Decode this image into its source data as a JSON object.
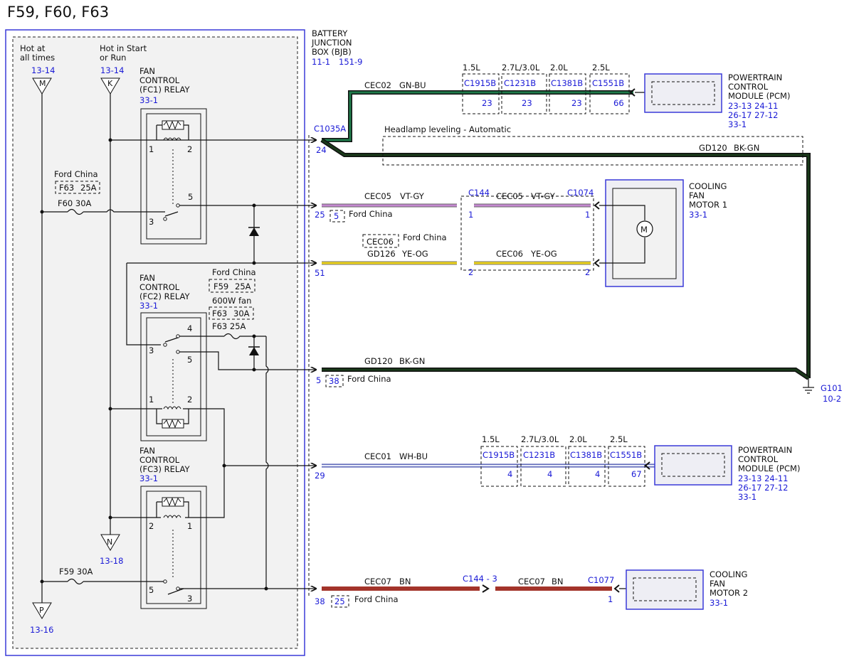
{
  "title": "F59, F60, F63",
  "bjb": {
    "name_lines": [
      "BATTERY",
      "JUNCTION",
      "BOX (BJB)"
    ],
    "refs": [
      "11-1",
      "151-9"
    ],
    "feeds": [
      {
        "lines": [
          "Hot at",
          "all times"
        ],
        "ref": "13-14",
        "letter": "M"
      },
      {
        "lines": [
          "Hot in Start",
          "or Run"
        ],
        "ref": "13-14",
        "letter": "K"
      }
    ],
    "grounds": [
      {
        "letter": "N",
        "ref": "13-18"
      },
      {
        "letter": "P",
        "ref": "13-16"
      }
    ],
    "relays": [
      {
        "lines": [
          "FAN",
          "CONTROL",
          "(FC1) RELAY"
        ],
        "ref": "33-1",
        "pins": [
          "1",
          "2",
          "5",
          "3"
        ]
      },
      {
        "lines": [
          "FAN",
          "CONTROL",
          "(FC2) RELAY"
        ],
        "ref": "33-1",
        "pins": [
          "4",
          "3",
          "5",
          "1",
          "2"
        ]
      },
      {
        "lines": [
          "FAN",
          "CONTROL",
          "(FC3) RELAY"
        ],
        "ref": "33-1",
        "pins": [
          "2",
          "1",
          "5",
          "3"
        ]
      }
    ],
    "fuses": {
      "fc1_note": "Ford China",
      "fc1_alt": [
        "F63",
        "25A"
      ],
      "fc1_main": "F60   30A",
      "fc2_note": "Ford China",
      "fc2_alt1": [
        "F59",
        "25A"
      ],
      "fc2_note2": "600W fan",
      "fc2_alt2": [
        "F63",
        "30A"
      ],
      "fc2_main": "F63   25A",
      "fc3_main": "F59   30A"
    }
  },
  "connectors": {
    "c1035a": "C1035A",
    "pins": [
      "24",
      "25",
      "51",
      "5",
      "29",
      "38"
    ],
    "alt_pins": [
      "5",
      "38",
      "25"
    ],
    "alt_note": "Ford China",
    "c144": "C144",
    "c144_pins": [
      "1",
      "2"
    ],
    "c144_3": "C144 - 3",
    "c1074": "C1074",
    "c1074_pins": [
      "1",
      "2"
    ],
    "c1077": "C1077",
    "c1077_pin": "1"
  },
  "wires": {
    "cec02": {
      "circuit": "CEC02",
      "color": "GN-BU"
    },
    "gd120_top": {
      "circuit": "GD120",
      "color": "BK-GN"
    },
    "headlamp": "Headlamp leveling - Automatic",
    "cec05_a": {
      "circuit": "CEC05",
      "color": "VT-GY"
    },
    "cec05_b": {
      "circuit": "CEC05",
      "color": "VT-GY"
    },
    "cec06_box": "CEC06",
    "cec06_note": "Ford China",
    "gd126": {
      "circuit": "GD126",
      "color": "YE-OG"
    },
    "cec06_b": {
      "circuit": "CEC06",
      "color": "YE-OG"
    },
    "gd120_mid": {
      "circuit": "GD120",
      "color": "BK-GN"
    },
    "cec01": {
      "circuit": "CEC01",
      "color": "WH-BU"
    },
    "cec07_a": {
      "circuit": "CEC07",
      "color": "BN"
    },
    "cec07_b": {
      "circuit": "CEC07",
      "color": "BN"
    }
  },
  "pcm_connectors_top": [
    {
      "engine": "1.5L",
      "conn": "C1915B",
      "pin": "23"
    },
    {
      "engine": "2.7L/3.0L",
      "conn": "C1231B",
      "pin": "23"
    },
    {
      "engine": "2.0L",
      "conn": "C1381B",
      "pin": "23"
    },
    {
      "engine": "2.5L",
      "conn": "C1551B",
      "pin": "66"
    }
  ],
  "pcm_connectors_bottom": [
    {
      "engine": "1.5L",
      "conn": "C1915B",
      "pin": "4"
    },
    {
      "engine": "2.7L/3.0L",
      "conn": "C1231B",
      "pin": "4"
    },
    {
      "engine": "2.0L",
      "conn": "C1381B",
      "pin": "4"
    },
    {
      "engine": "2.5L",
      "conn": "C1551B",
      "pin": "67"
    }
  ],
  "components": {
    "pcm_top": {
      "lines": [
        "POWERTRAIN",
        "CONTROL",
        "MODULE (PCM)"
      ],
      "refs": [
        "23-13  24-11",
        "26-17  27-12",
        "33-1"
      ]
    },
    "fan1": {
      "lines": [
        "COOLING",
        "FAN",
        "MOTOR 1"
      ],
      "ref": "33-1",
      "symbol": "M"
    },
    "pcm_bottom": {
      "lines": [
        "POWERTRAIN",
        "CONTROL",
        "MODULE (PCM)"
      ],
      "refs": [
        "23-13  24-11",
        "26-17  27-12",
        "33-1"
      ]
    },
    "fan2": {
      "lines": [
        "COOLING",
        "FAN",
        "MOTOR 2"
      ],
      "ref": "33-1"
    },
    "ground": {
      "name": "G101",
      "ref": "10-2"
    }
  },
  "colors": {
    "link_blue": "#1a1ad6",
    "border_blue": "#3a3ad8",
    "gn_bu": "#1f7a4a",
    "bk_gn": "#1a3a1a",
    "vt_gy": "#c488d0",
    "ye_og": "#ecd21a",
    "wh_bu": "#a9b4e8",
    "bn": "#a3342a"
  }
}
